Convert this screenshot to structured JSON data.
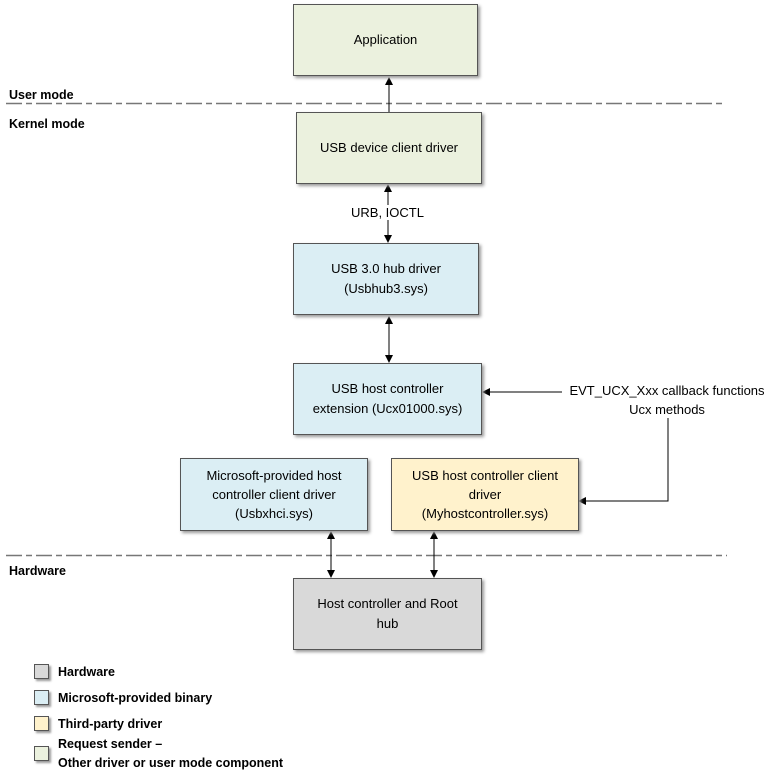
{
  "zones": {
    "user_mode": "User mode",
    "kernel_mode": "Kernel mode",
    "hardware": "Hardware"
  },
  "boxes": {
    "application": "Application",
    "device_client": "USB device client driver",
    "hub_driver": [
      "USB 3.0 hub driver",
      "(Usbhub3.sys)"
    ],
    "ucx": [
      "USB host controller",
      "extension (Ucx01000.sys)"
    ],
    "ms_client": [
      "Microsoft-provided host",
      "controller client driver",
      "(Usbxhci.sys)"
    ],
    "third_party_client": [
      "USB host controller client",
      "driver",
      "(Myhostcontroller.sys)"
    ],
    "hardware": [
      "Host controller and Root",
      "hub"
    ]
  },
  "edge_labels": {
    "urb_ioctl": "URB, IOCTL",
    "callbacks": [
      "EVT_UCX_Xxx callback functions",
      "Ucx methods"
    ]
  },
  "legend": [
    {
      "label": "Hardware",
      "color": "#d9d9d9"
    },
    {
      "label": "Microsoft-provided binary",
      "color": "#dbeef4"
    },
    {
      "label": "Third-party driver",
      "color": "#fff2cc"
    },
    {
      "label": [
        "Request sender –",
        "Other driver or user mode component"
      ],
      "color": "#ebf1de"
    }
  ]
}
